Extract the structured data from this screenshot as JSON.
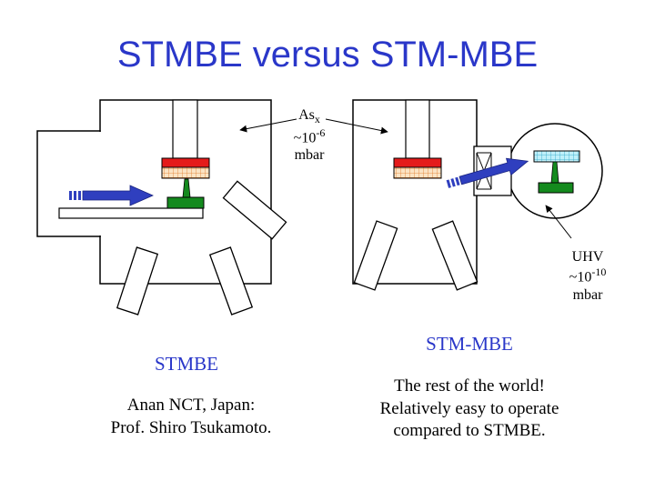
{
  "title": "STMBE versus STM-MBE",
  "as_label": {
    "main": "As",
    "sub": "x",
    "pressure_base": "~10",
    "pressure_exp": "-6",
    "unit": "mbar"
  },
  "uhv_label": {
    "main": "UHV",
    "pressure_base": "~10",
    "pressure_exp": "-10",
    "unit": "mbar"
  },
  "left": {
    "heading": "STMBE",
    "lines": [
      "Anan NCT, Japan:",
      "Prof. Shiro Tsukamoto."
    ]
  },
  "right": {
    "heading": "STM-MBE",
    "lines": [
      "The rest of the world!",
      "Relatively easy to operate",
      "compared to STMBE."
    ]
  },
  "colors": {
    "title": "#2a37c9",
    "heater_red": "#e41b1b",
    "heater_mesh": "#f4a460",
    "sample_green": "#148a1e",
    "arrow_blue": "#2f3fbf",
    "mesh_cyan": "#7fd6ec"
  }
}
